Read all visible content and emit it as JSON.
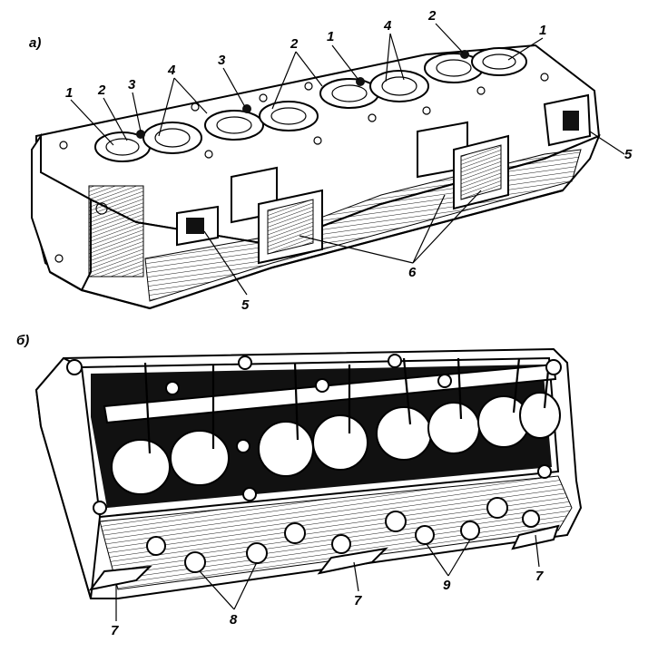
{
  "view_a": {
    "label": "а)",
    "callouts": [
      "1",
      "2",
      "3",
      "4",
      "3",
      "2",
      "1",
      "4",
      "2",
      "1",
      "5",
      "5",
      "6"
    ]
  },
  "view_b": {
    "label": "б)",
    "callouts": [
      "7",
      "8",
      "7",
      "9",
      "7"
    ]
  }
}
